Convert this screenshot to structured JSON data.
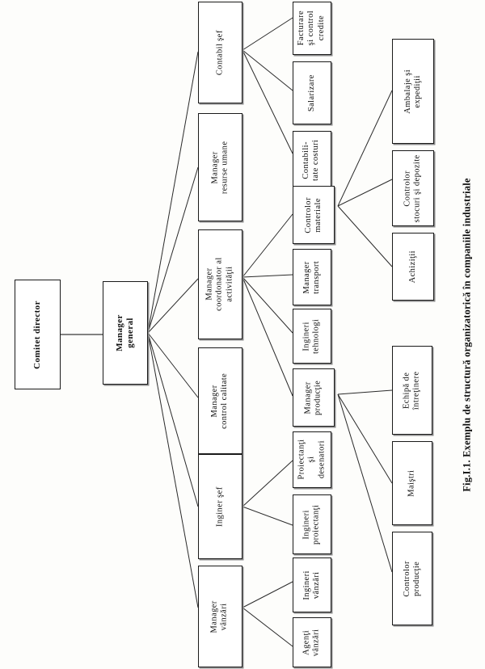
{
  "figure": {
    "caption": "Fig.I.1. Exemplu de structură organizatorică în companiile industriale",
    "orientation": "rotated-90-ccw",
    "colors": {
      "background": "#fdfdfb",
      "box_fill": "#ffffff",
      "box_border": "#1a1a1a",
      "connector": "#2a2a2a",
      "shadow": "#8c8c8c",
      "text": "#111111"
    }
  },
  "nodes": {
    "comitet_director": {
      "label": "Comitet director"
    },
    "manager_general": {
      "label": "Manager\ngeneral"
    },
    "contabil_sef": {
      "label": "Contabil şef"
    },
    "manager_resurse_umane": {
      "label": "Manager\nresurse umane"
    },
    "manager_coordonator": {
      "label": "Manager\ncoordonator al\nactivităţii"
    },
    "manager_control_calitate": {
      "label": "Manager\ncontrol calitate"
    },
    "inginer_sef": {
      "label": "Inginer şef"
    },
    "manager_vanzari": {
      "label": "Manager\nvânzări"
    },
    "facturare": {
      "label": "Facturare\nşi control\ncredite"
    },
    "salarizare": {
      "label": "Salarizare"
    },
    "contabilitate_costuri": {
      "label": "Contabili-\ntate costuri"
    },
    "controlor_materiale": {
      "label": "Controlor\nmateriale"
    },
    "manager_transport": {
      "label": "Manager\ntransport"
    },
    "ingineri_tehnologi": {
      "label": "Ingineri\ntehnologi"
    },
    "manager_productie": {
      "label": "Manager\nproducţie"
    },
    "proiectanti_desenatori": {
      "label": "Proiectanţi\nşi\ndesenatori"
    },
    "ingineri_proiectanti": {
      "label": "Ingineri\nproiectanţi"
    },
    "ingineri_vanzari": {
      "label": "Ingineri\nvânzări"
    },
    "agenti_vanzari": {
      "label": "Agenţi\nvânzări"
    },
    "ambalaje_expeditii": {
      "label": "Ambalaje şi\nexpediţii"
    },
    "controlor_stocuri": {
      "label": "Controlor\nstocuri şi depozite"
    },
    "achizitii": {
      "label": "Achiziţii"
    },
    "echipa_intretinere": {
      "label": "Echipă de\nîntreţinere"
    },
    "maistri": {
      "label": "Maiştri"
    },
    "controlor_productie": {
      "label": "Controlor\nproducţie"
    }
  },
  "hierarchy": {
    "level_0": [
      "comitet_director"
    ],
    "level_1": [
      "manager_general"
    ],
    "level_2": [
      "contabil_sef",
      "manager_resurse_umane",
      "manager_coordonator",
      "manager_control_calitate",
      "inginer_sef",
      "manager_vanzari"
    ],
    "level_3": [
      "facturare",
      "salarizare",
      "contabilitate_costuri",
      "controlor_materiale",
      "manager_transport",
      "ingineri_tehnologi",
      "manager_productie",
      "proiectanti_desenatori",
      "ingineri_proiectanti",
      "ingineri_vanzari",
      "agenti_vanzari"
    ],
    "level_4": [
      "ambalaje_expeditii",
      "controlor_stocuri",
      "achizitii",
      "echipa_intretinere",
      "maistri",
      "controlor_productie"
    ]
  },
  "edges": [
    {
      "from": "comitet_director",
      "to": "manager_general"
    },
    {
      "from": "manager_general",
      "to": "contabil_sef"
    },
    {
      "from": "manager_general",
      "to": "manager_resurse_umane"
    },
    {
      "from": "manager_general",
      "to": "manager_coordonator"
    },
    {
      "from": "manager_general",
      "to": "manager_control_calitate"
    },
    {
      "from": "manager_general",
      "to": "inginer_sef"
    },
    {
      "from": "manager_general",
      "to": "manager_vanzari"
    },
    {
      "from": "contabil_sef",
      "to": "facturare"
    },
    {
      "from": "contabil_sef",
      "to": "salarizare"
    },
    {
      "from": "contabil_sef",
      "to": "contabilitate_costuri"
    },
    {
      "from": "manager_coordonator",
      "to": "controlor_materiale"
    },
    {
      "from": "manager_coordonator",
      "to": "manager_transport"
    },
    {
      "from": "manager_coordonator",
      "to": "ingineri_tehnologi"
    },
    {
      "from": "manager_coordonator",
      "to": "manager_productie"
    },
    {
      "from": "controlor_materiale",
      "to": "ambalaje_expeditii"
    },
    {
      "from": "controlor_materiale",
      "to": "controlor_stocuri"
    },
    {
      "from": "controlor_materiale",
      "to": "achizitii"
    },
    {
      "from": "manager_productie",
      "to": "echipa_intretinere"
    },
    {
      "from": "manager_productie",
      "to": "maistri"
    },
    {
      "from": "manager_productie",
      "to": "controlor_productie"
    },
    {
      "from": "inginer_sef",
      "to": "proiectanti_desenatori"
    },
    {
      "from": "inginer_sef",
      "to": "ingineri_proiectanti"
    },
    {
      "from": "manager_vanzari",
      "to": "ingineri_vanzari"
    },
    {
      "from": "manager_vanzari",
      "to": "agenti_vanzari"
    }
  ]
}
